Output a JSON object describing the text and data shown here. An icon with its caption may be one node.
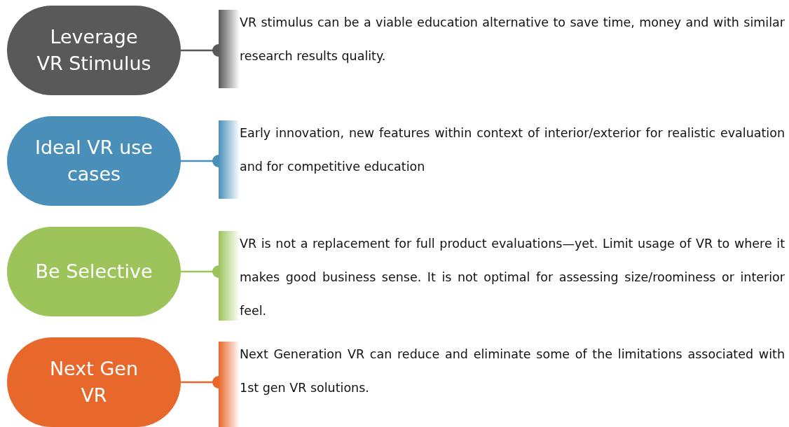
{
  "diagram": {
    "nodes": [
      {
        "text": [
          "Leverage VR Stimulus"
        ]
      },
      {
        "text": [
          "VR stimulus can be a viable education alternative to save time, money and with similar research results quality."
        ]
      },
      {
        "text": [
          "Ideal VR use cases"
        ]
      },
      {
        "text": [
          "Early innovation, new features within context of interior/exterior for realistic evaluation and for competitive education"
        ]
      },
      {
        "text": [
          "Be Selective"
        ]
      },
      {
        "text": [
          "VR is not a replacement for full product evaluations—yet. Limit usage of VR to where it makes good business sense. It is not optimal for assessing size/roominess or interior feel."
        ]
      },
      {
        "text": [
          "Next Gen VR"
        ]
      },
      {
        "text": [
          "Next Generation VR can reduce and eliminate some of the limitations associated with 1st gen VR solutions."
        ]
      }
    ],
    "edges": [
      {
        "from": 0,
        "to": 1,
        "arrow": "other",
        "color": "#595959"
      },
      {
        "from": 2,
        "to": 3,
        "arrow": "other",
        "color": "#4a8fba"
      },
      {
        "from": 4,
        "to": 5,
        "arrow": "other",
        "color": "#9cc45a"
      },
      {
        "from": 6,
        "to": 7,
        "arrow": "other",
        "color": "#e8672a"
      }
    ]
  }
}
